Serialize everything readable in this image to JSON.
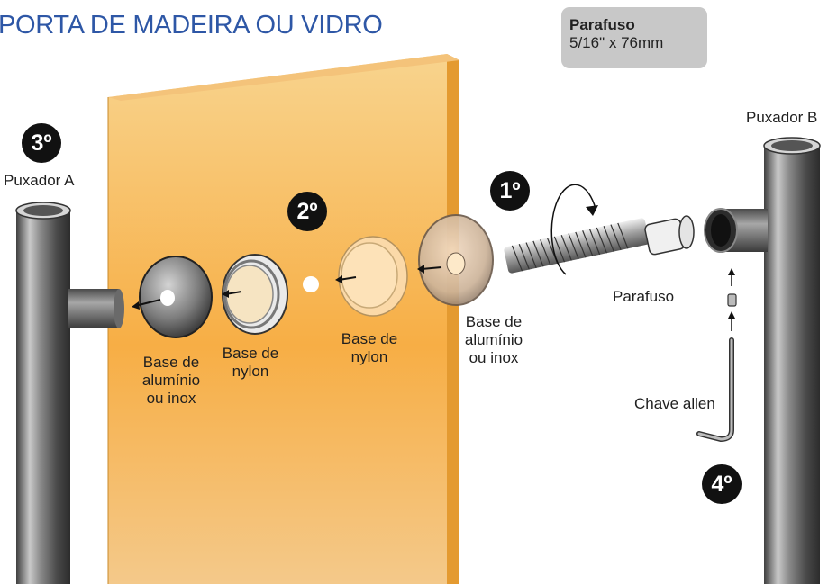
{
  "title": "PORTA DE MADEIRA OU VIDRO",
  "spec": {
    "title": "Parafuso",
    "value": "5/16\" x 76mm"
  },
  "labels": {
    "puxador_a": "Puxador A",
    "puxador_b": "Puxador B",
    "base_aluminio_left": "Base de\nalumínio\nou inox",
    "base_nylon_left": "Base de\nnylon",
    "base_nylon_right": "Base de\nnylon",
    "base_aluminio_right": "Base de\nalumínio\nou inox",
    "parafuso": "Parafuso",
    "chave_allen": "Chave allen"
  },
  "steps": {
    "s1": "1º",
    "s2": "2º",
    "s3": "3º",
    "s4": "4º"
  },
  "colors": {
    "title": "#2e57a6",
    "door": "#f7b24a",
    "door_edge": "#eea33c",
    "spec_box": "#c8c8c8",
    "step_badge": "#111111"
  }
}
